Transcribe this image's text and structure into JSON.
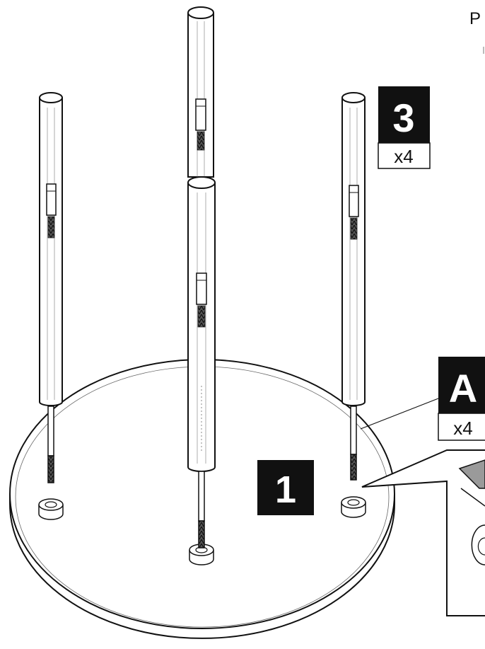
{
  "corner_text": "P",
  "labels": {
    "part3": {
      "number": "3",
      "qty": "x4"
    },
    "partA": {
      "letter": "A",
      "qty": "x4"
    },
    "step": "1"
  }
}
